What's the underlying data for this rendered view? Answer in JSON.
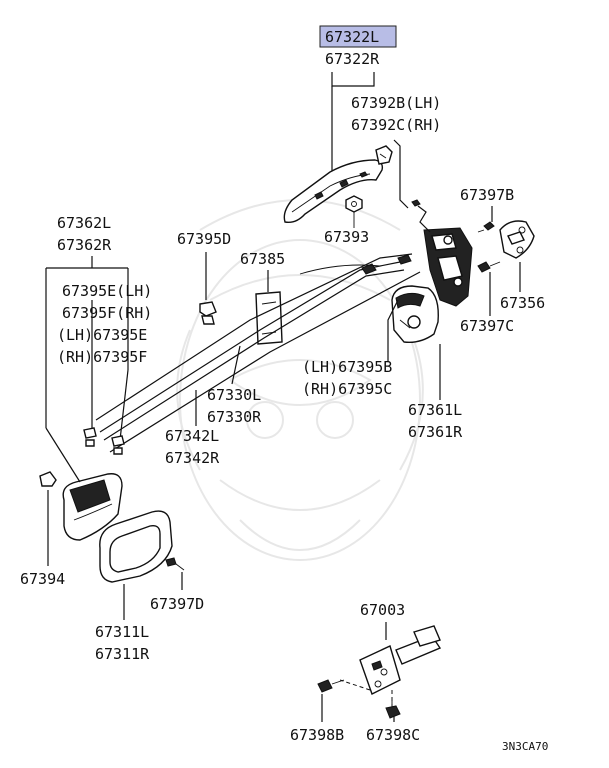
{
  "highlight": {
    "part": "67322L",
    "color": "#b8bde6"
  },
  "labels": {
    "p67322L": "67322L",
    "p67322R": "67322R",
    "p67392B": "67392B(LH)",
    "p67392C": "67392C(RH)",
    "p67397B": "67397B",
    "p67362L": "67362L",
    "p67362R": "67362R",
    "p67395D": "67395D",
    "p67393": "67393",
    "p67385": "67385",
    "p67395E_lh": "67395E(LH)",
    "p67395F_rh": "67395F(RH)",
    "p67395E_lh2": "(LH)67395E",
    "p67395F_rh2": "(RH)67395F",
    "p67356": "67356",
    "p67397C": "67397C",
    "p67395B": "(LH)67395B",
    "p67395C": "(RH)67395C",
    "p67330L": "67330L",
    "p67330R": "67330R",
    "p67361L": "67361L",
    "p67361R": "67361R",
    "p67342L": "67342L",
    "p67342R": "67342R",
    "p67394": "67394",
    "p67397D": "67397D",
    "p67311L": "67311L",
    "p67311R": "67311R",
    "p67003": "67003",
    "p67398B": "67398B",
    "p67398C": "67398C",
    "code": "3N3CA70"
  }
}
